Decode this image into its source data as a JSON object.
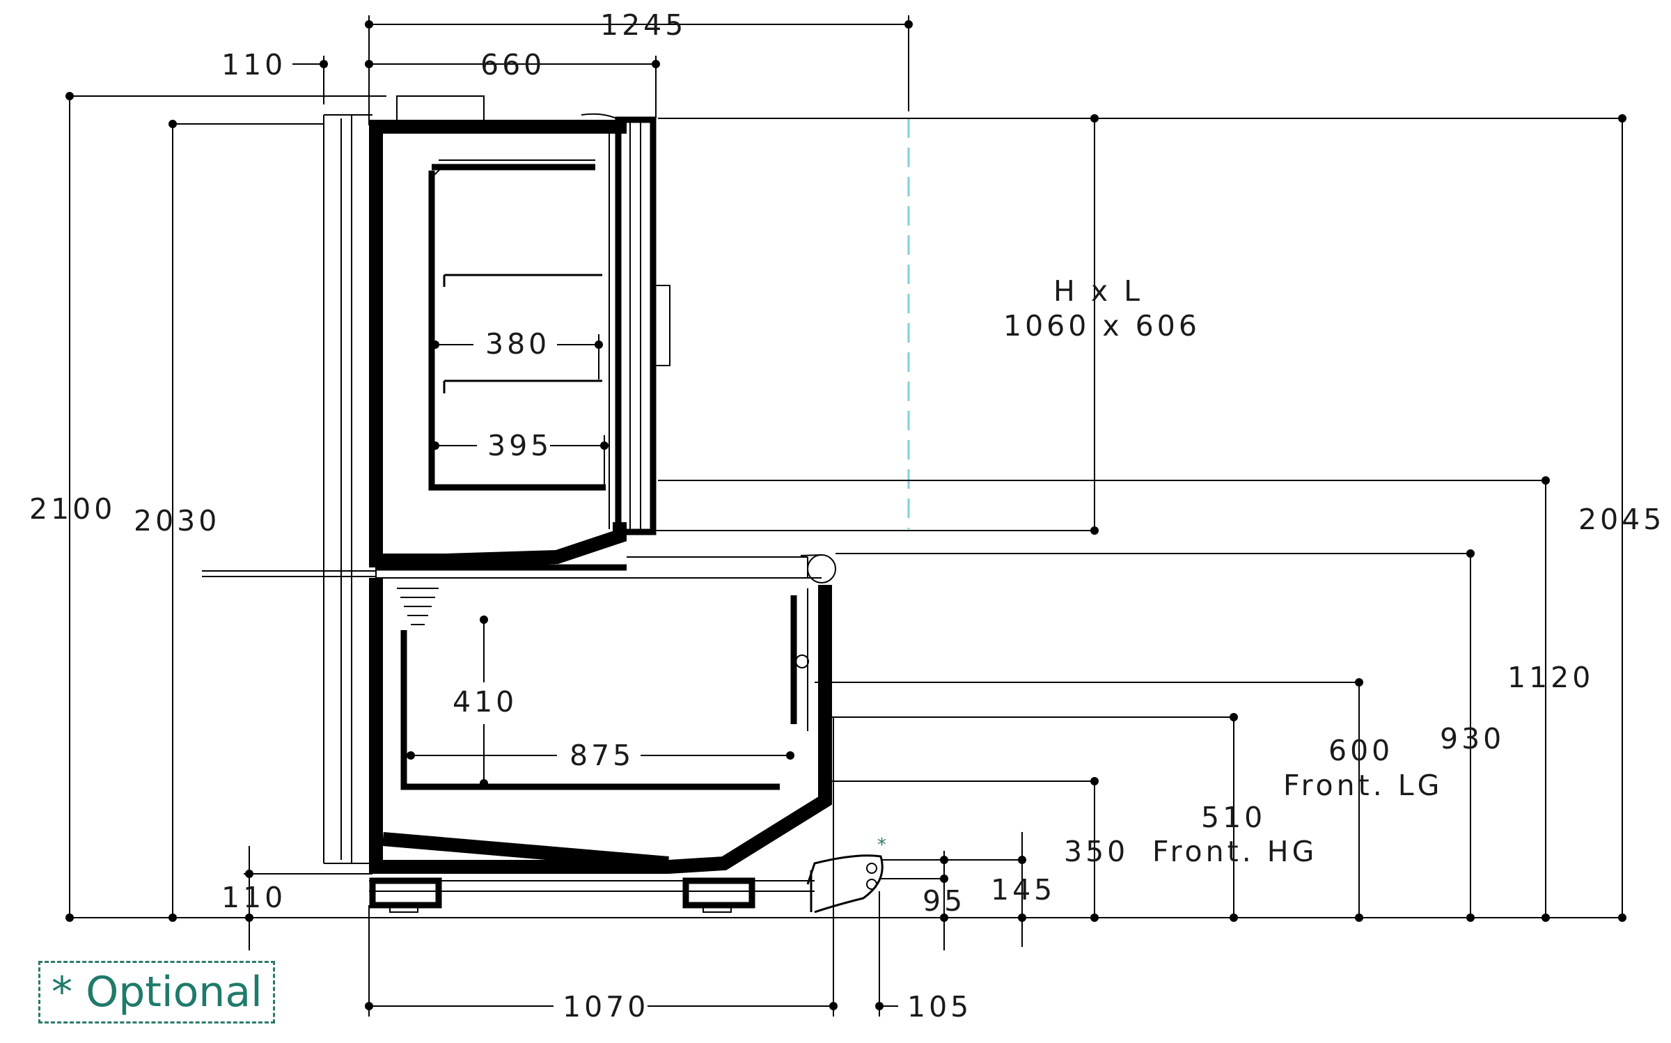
{
  "dimensions": {
    "d1245": "1245",
    "d660": "660",
    "d110_top": "110",
    "d2100": "2100",
    "d2030": "2030",
    "d2045": "2045",
    "hxl_label": "H x L",
    "hxl_value": "1060 x 606",
    "d380": "380",
    "d395": "395",
    "d410": "410",
    "d875": "875",
    "d1120": "1120",
    "d930": "930",
    "d600": "600",
    "front_lg": "Front. LG",
    "d510": "510",
    "front_hg": "Front. HG",
    "d350": "350",
    "d145": "145",
    "d95": "95",
    "d110_bottom": "110",
    "d1070": "1070",
    "d105": "105",
    "asterisk": "*"
  },
  "legend": {
    "optional": "* Optional"
  },
  "colors": {
    "centerline": "#7fd0d8",
    "legend": "#1f7a6a"
  }
}
